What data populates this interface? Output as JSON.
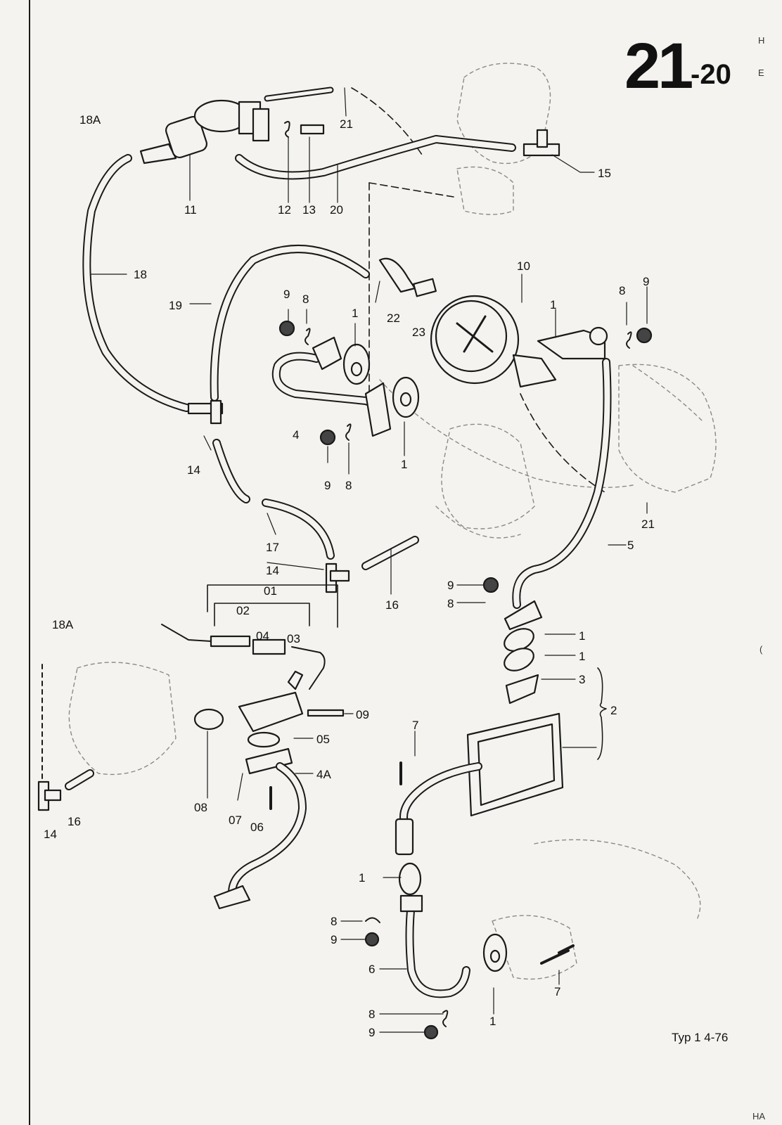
{
  "header": {
    "group_number": "21",
    "subgroup_number": "-20",
    "edge_letters": [
      "H",
      "E"
    ],
    "edge_letters_bottom": [
      "(",
      "HA"
    ]
  },
  "footer": {
    "model_date": "Typ 1  4-76"
  },
  "callouts": [
    {
      "text": "18A"
    },
    {
      "text": "11"
    },
    {
      "text": "12"
    },
    {
      "text": "13"
    },
    {
      "text": "20"
    },
    {
      "text": "21"
    },
    {
      "text": "15"
    },
    {
      "text": "18"
    },
    {
      "text": "19"
    },
    {
      "text": "9"
    },
    {
      "text": "8"
    },
    {
      "text": "1"
    },
    {
      "text": "22"
    },
    {
      "text": "23"
    },
    {
      "text": "10"
    },
    {
      "text": "1"
    },
    {
      "text": "8"
    },
    {
      "text": "9"
    },
    {
      "text": "4"
    },
    {
      "text": "14"
    },
    {
      "text": "9"
    },
    {
      "text": "8"
    },
    {
      "text": "1"
    },
    {
      "text": "21"
    },
    {
      "text": "17"
    },
    {
      "text": "5"
    },
    {
      "text": "14"
    },
    {
      "text": "01"
    },
    {
      "text": "16"
    },
    {
      "text": "9"
    },
    {
      "text": "8"
    },
    {
      "text": "02"
    },
    {
      "text": "18A"
    },
    {
      "text": "04"
    },
    {
      "text": "03"
    },
    {
      "text": "1"
    },
    {
      "text": "1"
    },
    {
      "text": "3"
    },
    {
      "text": "2"
    },
    {
      "text": "09"
    },
    {
      "text": "7"
    },
    {
      "text": "05"
    },
    {
      "text": "4A"
    },
    {
      "text": "08"
    },
    {
      "text": "07"
    },
    {
      "text": "06"
    },
    {
      "text": "14"
    },
    {
      "text": "16"
    },
    {
      "text": "1"
    },
    {
      "text": "8"
    },
    {
      "text": "9"
    },
    {
      "text": "6"
    },
    {
      "text": "7"
    },
    {
      "text": "8"
    },
    {
      "text": "9"
    },
    {
      "text": "1"
    }
  ]
}
